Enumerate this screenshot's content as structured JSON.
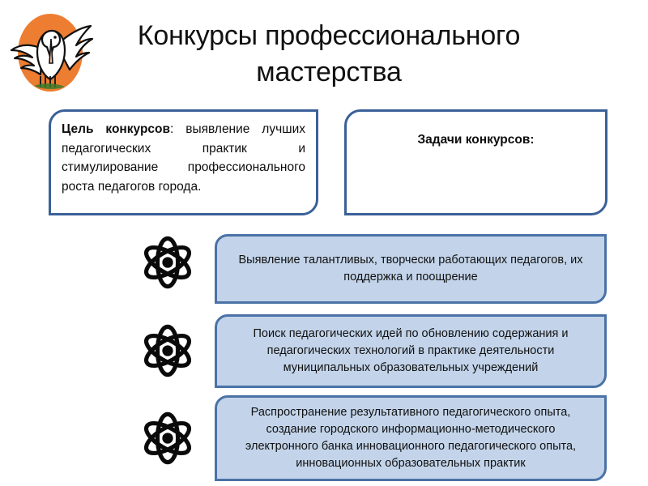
{
  "slide": {
    "title": "Конкурсы профессионального мастерства",
    "logo": {
      "icon_name": "pelican-logo-icon",
      "ellipse_color": "#ED7D31",
      "bird_color": "#FFFFFF",
      "outline_color": "#1A1A1A"
    }
  },
  "goal_box": {
    "label_bold": "Цель конкурсов",
    "separator": ": ",
    "body": "выявление лучших педагогических практик и стимулирование профессионального роста педагогов города.",
    "border_color": "#3A6098",
    "fill_color": "#FFFFFF"
  },
  "tasks_box": {
    "title": "Задачи конкурсов:",
    "border_color": "#3A6098",
    "fill_color": "#FFFFFF"
  },
  "tasks": [
    {
      "icon_name": "atom-icon",
      "text": "Выявление талантливых, творчески работающих педагогов, их поддержка и поощрение",
      "fill_color": "#C3D4EA",
      "border_color": "#4A72A6"
    },
    {
      "icon_name": "atom-icon",
      "text": "Поиск педагогических идей по обновлению содержания и педагогических технологий в практике деятельности муниципальных образовательных учреждений",
      "fill_color": "#C3D4EA",
      "border_color": "#4A72A6"
    },
    {
      "icon_name": "atom-icon",
      "text": "Распространение результативного педагогического опыта, создание городского информационно-методического электронного банка инновационного педагогического опыта, инновационных образовательных практик",
      "fill_color": "#C3D4EA",
      "border_color": "#4A72A6"
    }
  ]
}
